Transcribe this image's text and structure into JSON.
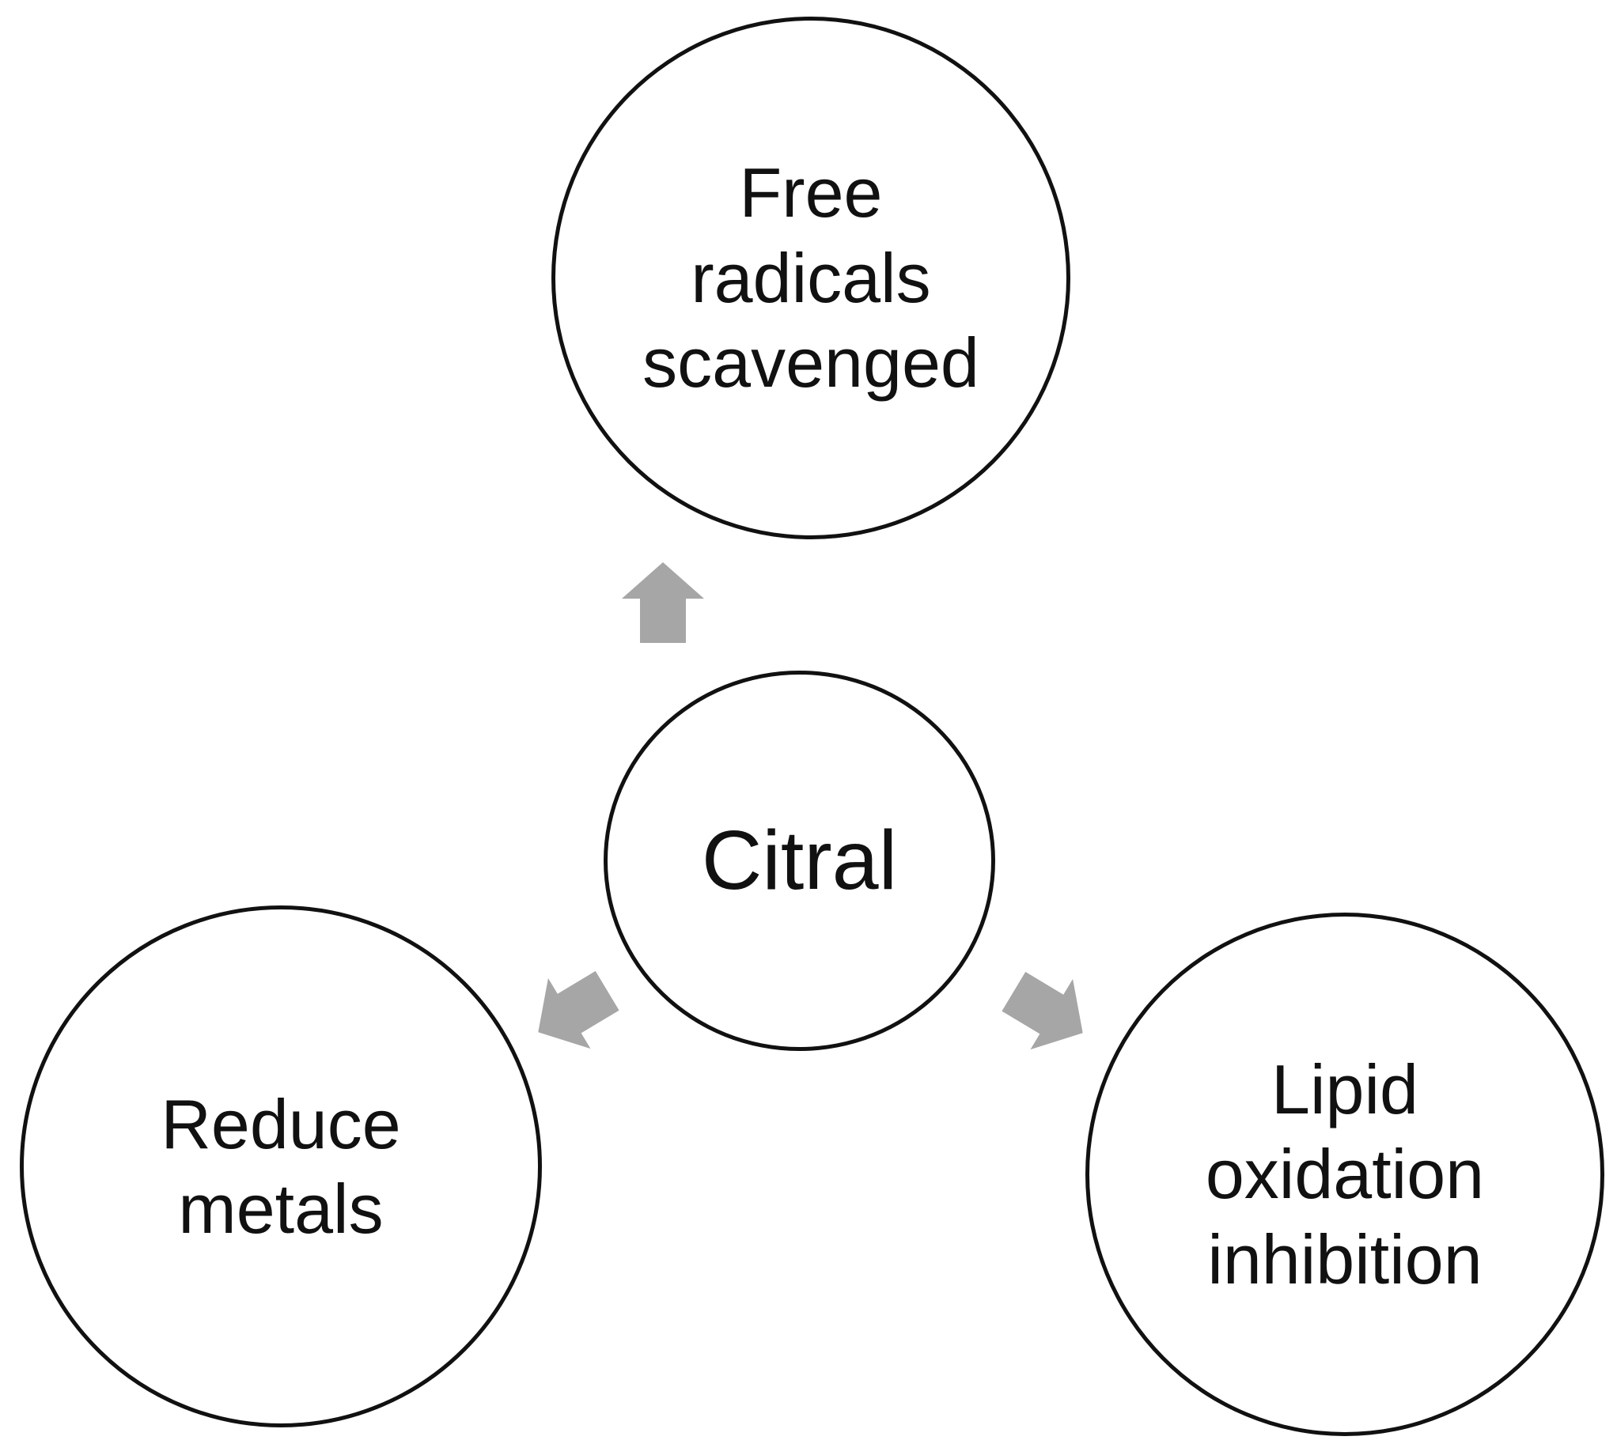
{
  "diagram": {
    "center": {
      "label": "Citral"
    },
    "nodes": [
      {
        "id": "free-radicals",
        "position": "top",
        "label": "Free\nradicals\nscavenged"
      },
      {
        "id": "reduce-metals",
        "position": "bottom-left",
        "label": "Reduce\nmetals"
      },
      {
        "id": "lipid-oxidation",
        "position": "bottom-right",
        "label": "Lipid\noxidation\ninhibition"
      }
    ],
    "arrows": [
      {
        "direction": "up"
      },
      {
        "direction": "down-left"
      },
      {
        "direction": "down-right"
      }
    ],
    "colors": {
      "arrow_fill": "#a6a6a6",
      "node_stroke": "#111111",
      "text": "#111111",
      "background": "#ffffff"
    }
  }
}
